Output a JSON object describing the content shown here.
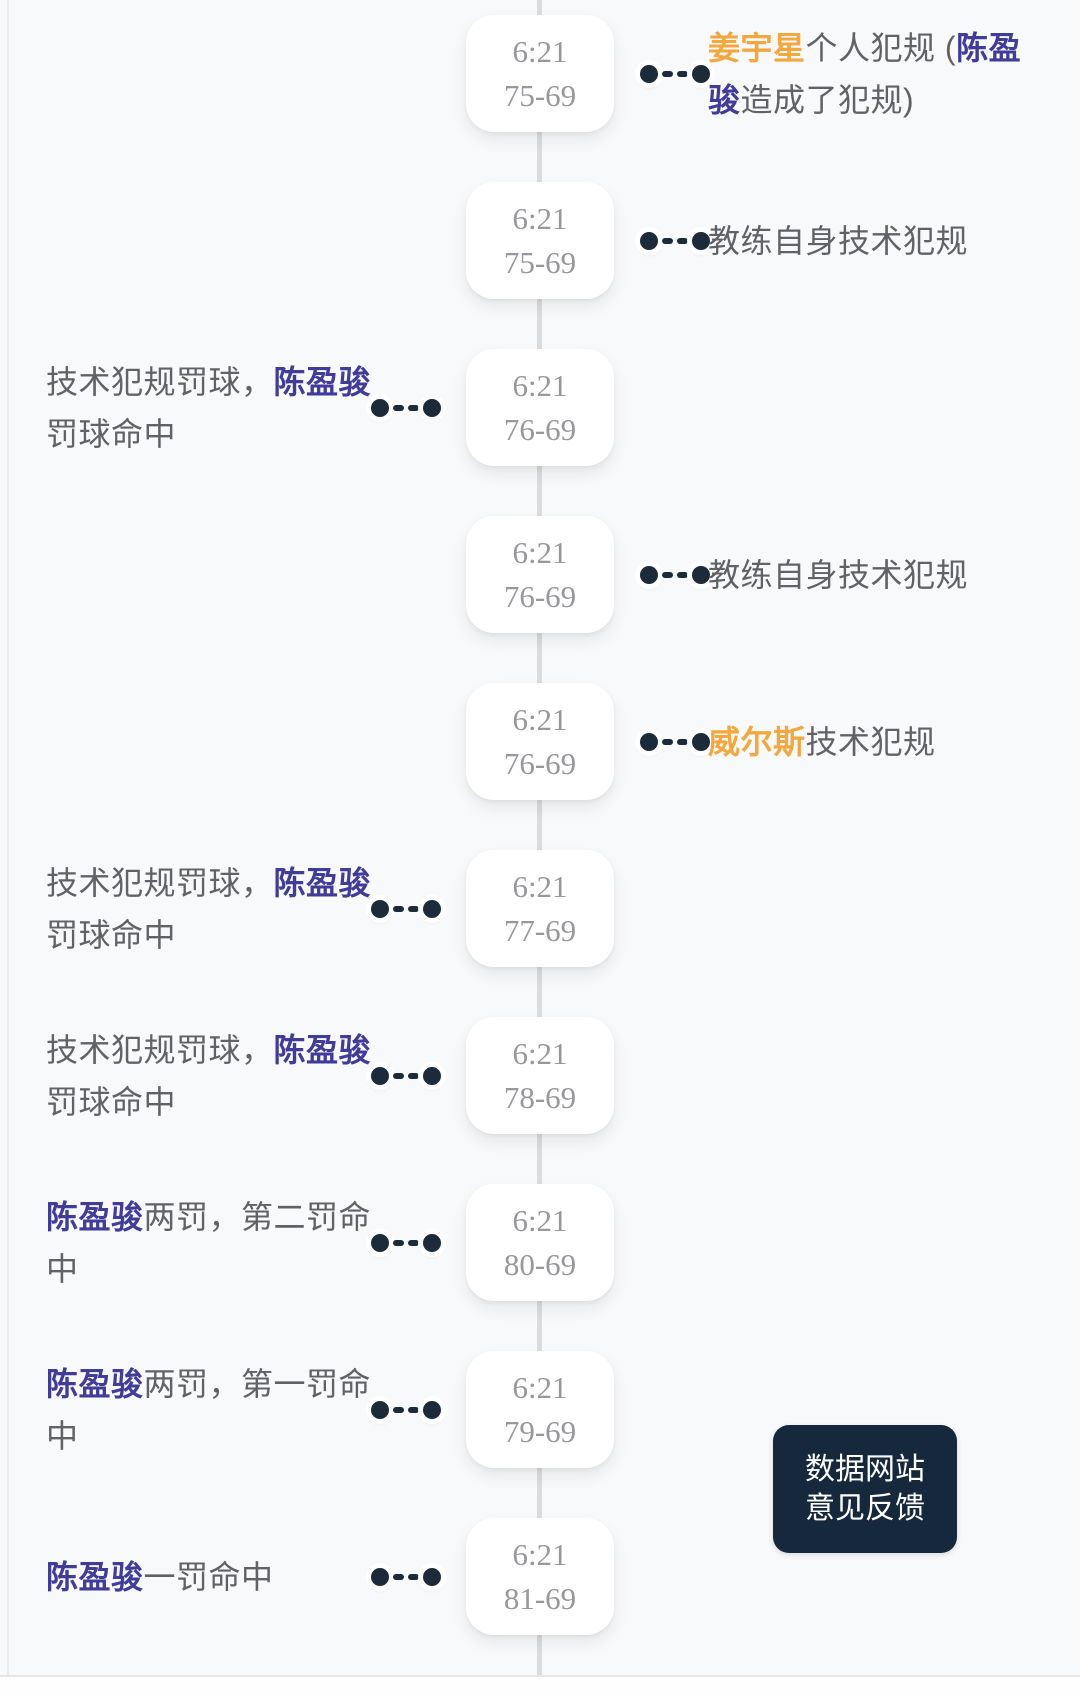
{
  "theme": {
    "purple": "#413C99",
    "orange": "#F3A73D",
    "gray_text": "#606266",
    "card_text": "#98989C",
    "dot_color": "#1C2B3A",
    "line_color": "#DCDCDC",
    "button_bg": "#16293C",
    "button_text": "#FFFFFF",
    "page_bg": "#F8F9FA"
  },
  "timeline": {
    "events": [
      {
        "time": "6:21",
        "score": "75-69",
        "side": "right",
        "segments": [
          {
            "text": "姜宇星",
            "style": "orange"
          },
          {
            "text": "个人犯规 (",
            "style": "plain"
          },
          {
            "text": "陈盈骏",
            "style": "purple"
          },
          {
            "text": "造成了犯规)",
            "style": "plain"
          }
        ]
      },
      {
        "time": "6:21",
        "score": "75-69",
        "side": "right",
        "segments": [
          {
            "text": "教练自身技术犯规",
            "style": "plain"
          }
        ]
      },
      {
        "time": "6:21",
        "score": "76-69",
        "side": "left",
        "segments": [
          {
            "text": "技术犯规罚球，",
            "style": "plain"
          },
          {
            "text": "陈盈骏",
            "style": "purple"
          },
          {
            "text": "罚球命中",
            "style": "plain"
          }
        ]
      },
      {
        "time": "6:21",
        "score": "76-69",
        "side": "right",
        "segments": [
          {
            "text": "教练自身技术犯规",
            "style": "plain"
          }
        ]
      },
      {
        "time": "6:21",
        "score": "76-69",
        "side": "right",
        "segments": [
          {
            "text": "威尔斯",
            "style": "orange"
          },
          {
            "text": "技术犯规",
            "style": "plain"
          }
        ]
      },
      {
        "time": "6:21",
        "score": "77-69",
        "side": "left",
        "segments": [
          {
            "text": "技术犯规罚球，",
            "style": "plain"
          },
          {
            "text": "陈盈骏",
            "style": "purple"
          },
          {
            "text": "罚球命中",
            "style": "plain"
          }
        ]
      },
      {
        "time": "6:21",
        "score": "78-69",
        "side": "left",
        "segments": [
          {
            "text": "技术犯规罚球，",
            "style": "plain"
          },
          {
            "text": "陈盈骏",
            "style": "purple"
          },
          {
            "text": "罚球命中",
            "style": "plain"
          }
        ]
      },
      {
        "time": "6:21",
        "score": "80-69",
        "side": "left",
        "segments": [
          {
            "text": "陈盈骏",
            "style": "purple"
          },
          {
            "text": "两罚，第二罚命中",
            "style": "plain"
          }
        ]
      },
      {
        "time": "6:21",
        "score": "79-69",
        "side": "left",
        "segments": [
          {
            "text": "陈盈骏",
            "style": "purple"
          },
          {
            "text": "两罚，第一罚命中",
            "style": "plain"
          }
        ]
      },
      {
        "time": "6:21",
        "score": "81-69",
        "side": "left",
        "segments": [
          {
            "text": "陈盈骏",
            "style": "purple"
          },
          {
            "text": "一罚命中",
            "style": "plain"
          }
        ]
      }
    ]
  },
  "feedback_widget": {
    "items": [
      {
        "label": "数据网站"
      },
      {
        "label": "意见反馈"
      }
    ]
  }
}
